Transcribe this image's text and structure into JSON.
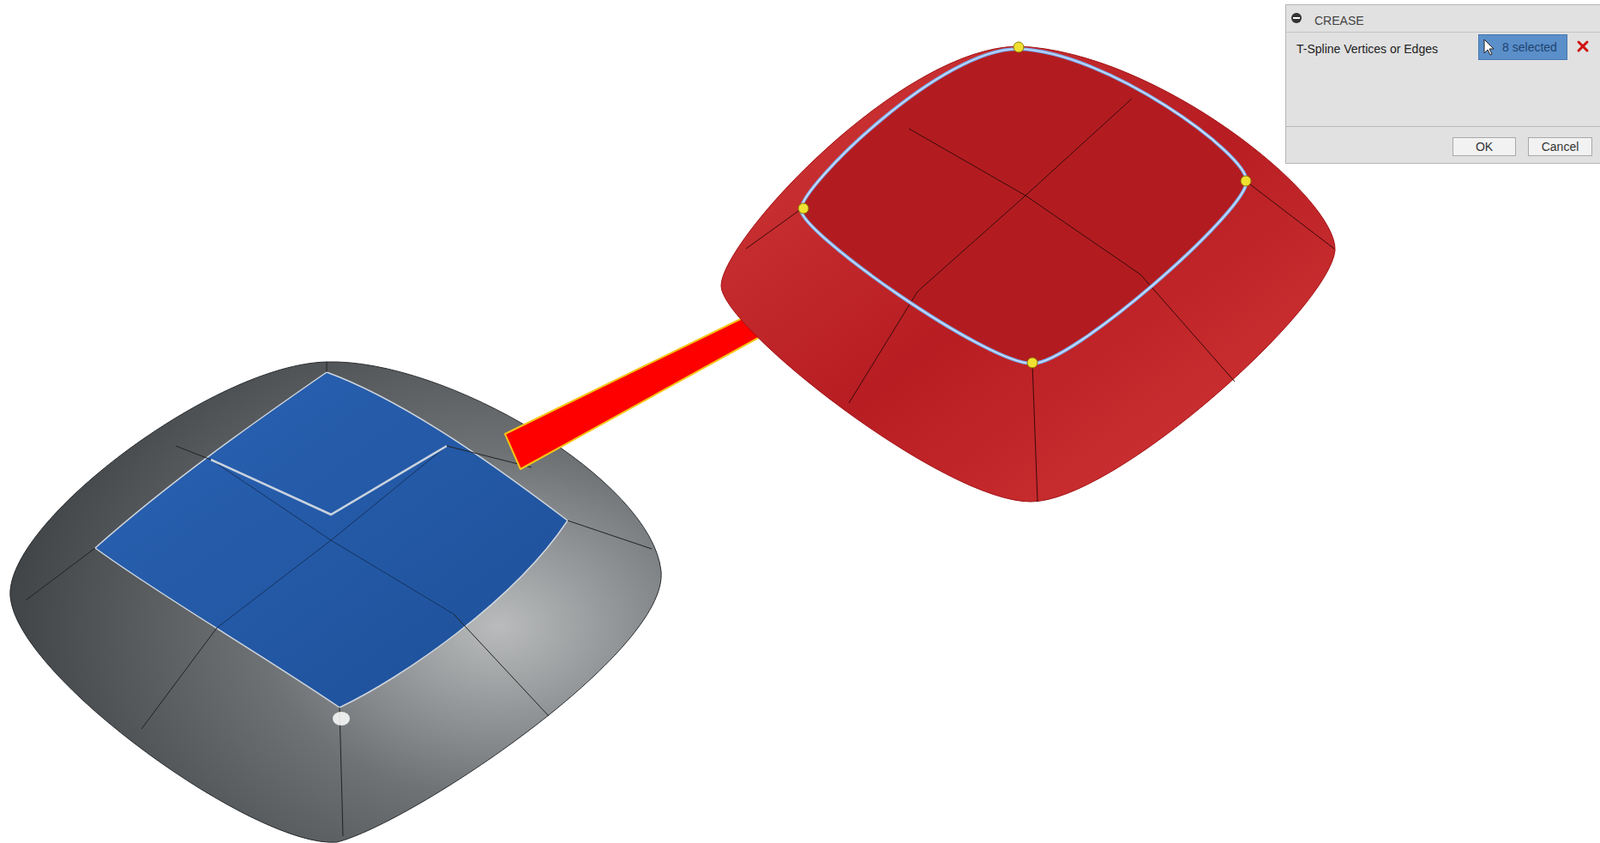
{
  "diagram": {
    "nodes": [
      {
        "text": [
          "CREASE",
          "T-Spline Vertices or Edges"
        ]
      },
      {
        "text": [
          "8 selected"
        ],
        "in": 0
      },
      {
        "text": [
          "OK"
        ],
        "in": 0
      },
      {
        "text": [
          "Cancel"
        ],
        "in": 0
      }
    ]
  }
}
